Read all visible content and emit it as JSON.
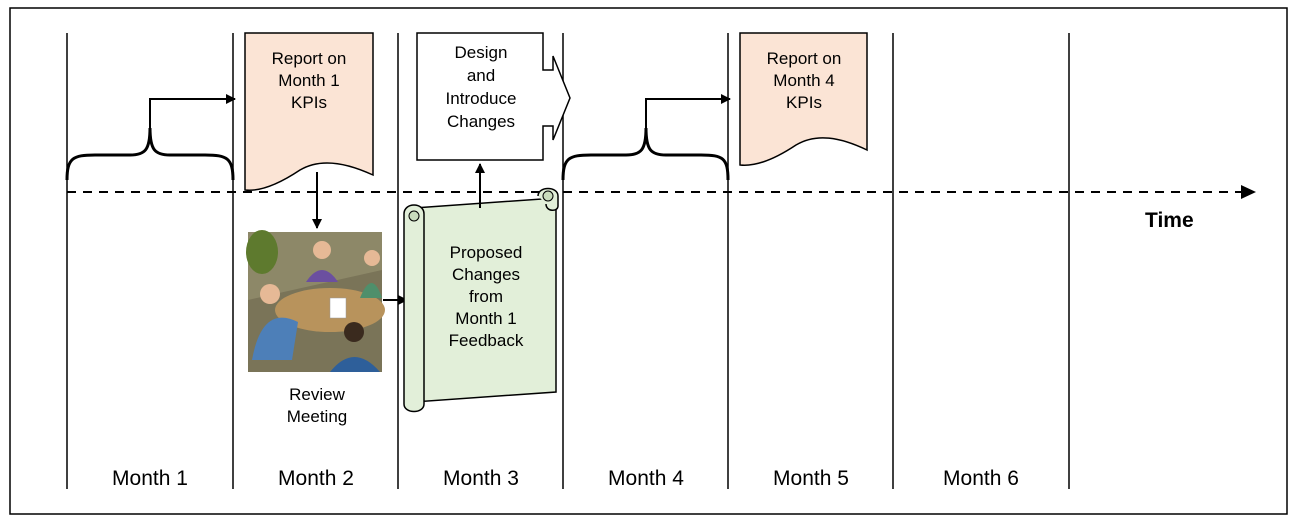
{
  "months": [
    "Month 1",
    "Month 2",
    "Month 3",
    "Month 4",
    "Month 5",
    "Month 6"
  ],
  "time_label": "Time",
  "boxes": {
    "report1": [
      "Report on",
      "Month 1",
      "KPIs"
    ],
    "design": [
      "Design",
      "and",
      "Introduce",
      "Changes"
    ],
    "report4": [
      "Report on",
      "Month 4",
      "KPIs"
    ],
    "proposed": [
      "Proposed",
      "Changes",
      "from",
      "Month 1",
      "Feedback"
    ]
  },
  "review_meeting": [
    "Review",
    "Meeting"
  ],
  "colors": {
    "report_fill": "#fbe4d5",
    "scroll_fill": "#e2efd9",
    "line": "#000000"
  }
}
